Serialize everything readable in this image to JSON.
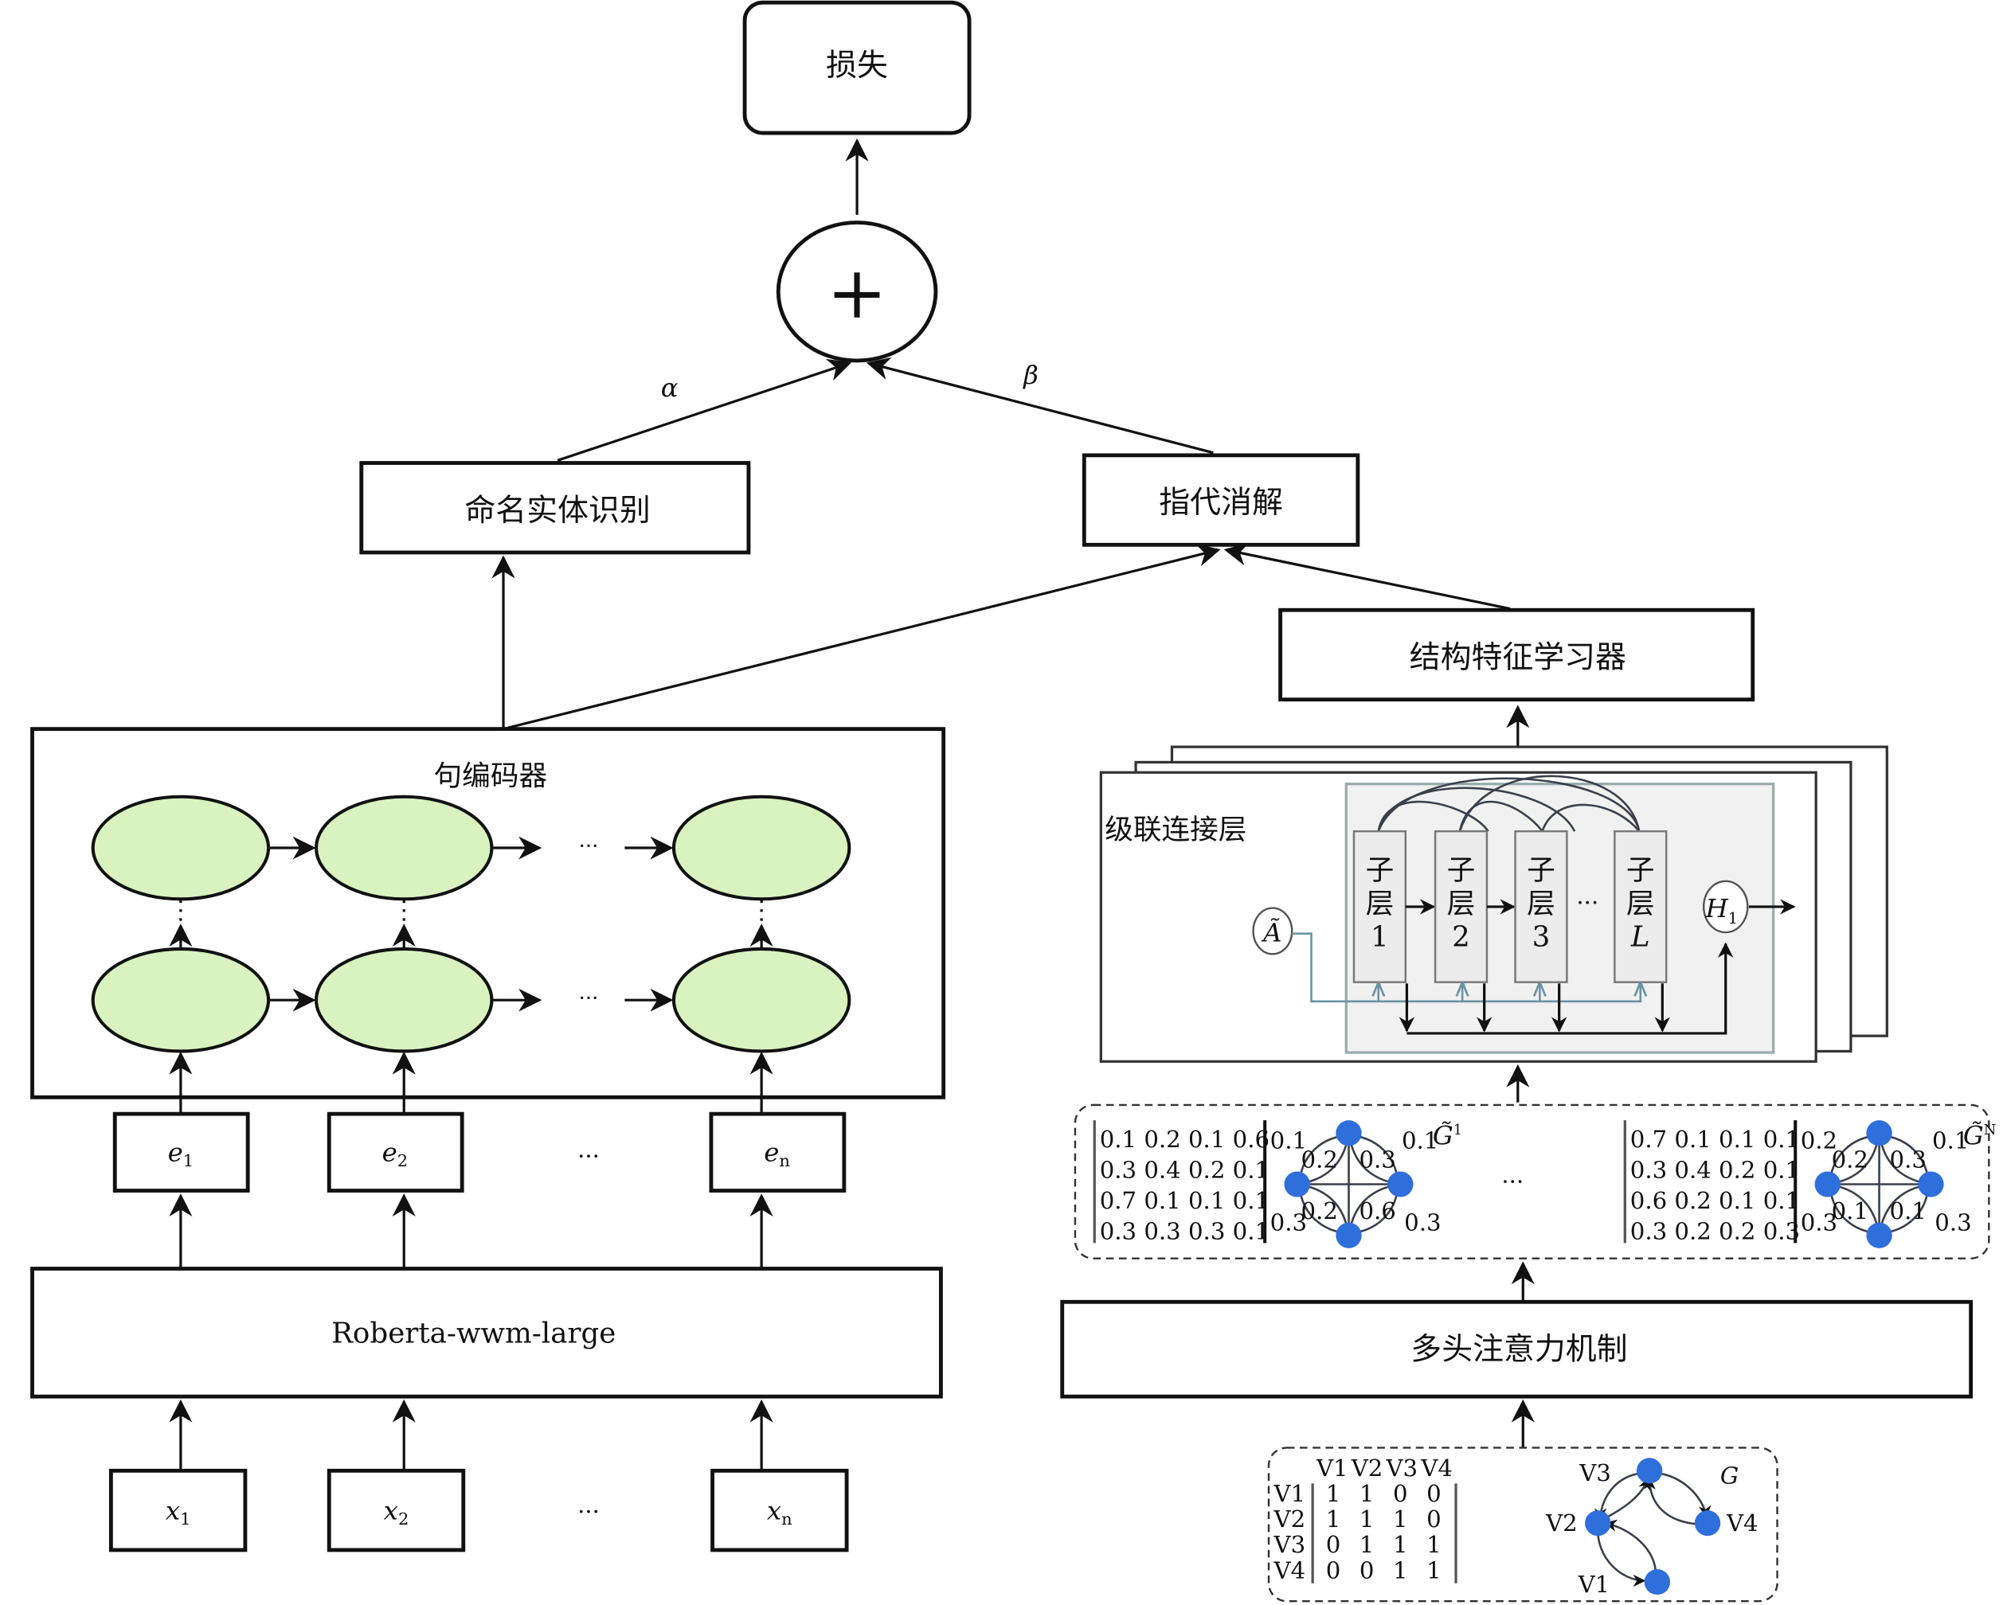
{
  "loss": {
    "label": "损失"
  },
  "combine": {
    "symbol": "+",
    "weight_left": "α",
    "weight_right": "β"
  },
  "ner": {
    "label": "命名实体识别"
  },
  "coref": {
    "label": "指代消解"
  },
  "structure_learner": {
    "label": "结构特征学习器"
  },
  "sentence_encoder": {
    "label": "句编码器",
    "ellipsis": "···"
  },
  "embeddings": [
    {
      "label": "e",
      "sub": "1"
    },
    {
      "label": "e",
      "sub": "2"
    },
    {
      "label": "e",
      "sub": "n"
    }
  ],
  "embedding_ellipsis": "···",
  "roberta": {
    "label": "Roberta-wwm-large"
  },
  "inputs": [
    {
      "label": "x",
      "sub": "1"
    },
    {
      "label": "x",
      "sub": "2"
    },
    {
      "label": "x",
      "sub": "n"
    }
  ],
  "input_ellipsis": "···",
  "cascade": {
    "label": "级联连接层",
    "sublayers": [
      {
        "line1": "子",
        "line2": "层",
        "line3": "1"
      },
      {
        "line1": "子",
        "line2": "层",
        "line3": "2"
      },
      {
        "line1": "子",
        "line2": "层",
        "line3": "3"
      },
      {
        "line1": "子",
        "line2": "层",
        "line3": "L"
      }
    ],
    "ellipsis": "···",
    "input_node": "Ã",
    "output_node": "H",
    "output_sub": "1"
  },
  "attention_graphs": {
    "ellipsis": "···",
    "first": {
      "title": "G̃",
      "sup": "1",
      "matrix": [
        [
          "0.1",
          "0.2",
          "0.1",
          "0.6"
        ],
        [
          "0.3",
          "0.4",
          "0.2",
          "0.1"
        ],
        [
          "0.7",
          "0.1",
          "0.1",
          "0.1"
        ],
        [
          "0.3",
          "0.3",
          "0.3",
          "0.1"
        ]
      ],
      "edges": {
        "tl": "0.1",
        "tr": "0.1",
        "bl": "0.3",
        "br": "0.3",
        "itl": "0.2",
        "itr": "0.3",
        "ibl": "0.2",
        "ibr": "0.6"
      }
    },
    "last": {
      "title": "G̃",
      "sup": "N",
      "matrix": [
        [
          "0.7",
          "0.1",
          "0.1",
          "0.1"
        ],
        [
          "0.3",
          "0.4",
          "0.2",
          "0.1"
        ],
        [
          "0.6",
          "0.2",
          "0.1",
          "0.1"
        ],
        [
          "0.3",
          "0.2",
          "0.2",
          "0.3"
        ]
      ],
      "edges": {
        "tl": "0.2",
        "tr": "0.1",
        "bl": "0.3",
        "br": "0.3",
        "itl": "0.2",
        "itr": "0.3",
        "ibl": "0.1",
        "ibr": "0.1"
      }
    }
  },
  "multihead": {
    "label": "多头注意力机制"
  },
  "input_graph": {
    "title": "G",
    "col_headers": [
      "V1",
      "V2",
      "V3",
      "V4"
    ],
    "rows": [
      {
        "name": "V1",
        "values": [
          "1",
          "1",
          "0",
          "0"
        ]
      },
      {
        "name": "V2",
        "values": [
          "1",
          "1",
          "1",
          "0"
        ]
      },
      {
        "name": "V3",
        "values": [
          "0",
          "1",
          "1",
          "1"
        ]
      },
      {
        "name": "V4",
        "values": [
          "0",
          "0",
          "1",
          "1"
        ]
      }
    ],
    "nodes": [
      "V1",
      "V2",
      "V3",
      "V4"
    ]
  },
  "colors": {
    "encoder_cell": "#d8f2c0",
    "graph_node": "#2f6fdc",
    "adjacency_line": "#6a93a3",
    "cascade_panel": "#f1f1f1"
  }
}
